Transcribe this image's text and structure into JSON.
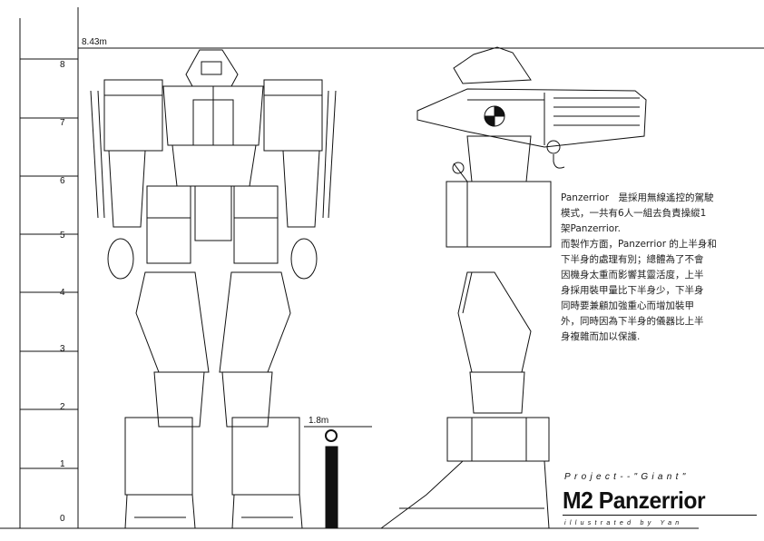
{
  "scale": {
    "marks": [
      "8",
      "7",
      "6",
      "5",
      "4",
      "3",
      "2",
      "1",
      "0"
    ]
  },
  "heights": {
    "robot_height": "8.43m",
    "human_height": "1.8m"
  },
  "description": {
    "lines": [
      "Panzerrior　是採用無線遙控的駕駛",
      "模式，一共有6人一組去負責操縱1",
      "架Panzerrior.",
      "而製作方面，Panzerrior 的上半身和",
      "下半身的處理有別；總體為了不會",
      "因機身太重而影響其靈活度，上半",
      "身採用裝甲量比下半身少，下半身",
      "同時要兼顧加強重心而增加裝甲",
      "外，同時因為下半身的儀器比上半",
      "身複雜而加以保護."
    ]
  },
  "title_block": {
    "project": "Project--\"Giant\"",
    "title": "M2 Panzerrior",
    "credit": "illustrated by Yan"
  },
  "colors": {
    "line": "#111111",
    "background": "#ffffff"
  }
}
